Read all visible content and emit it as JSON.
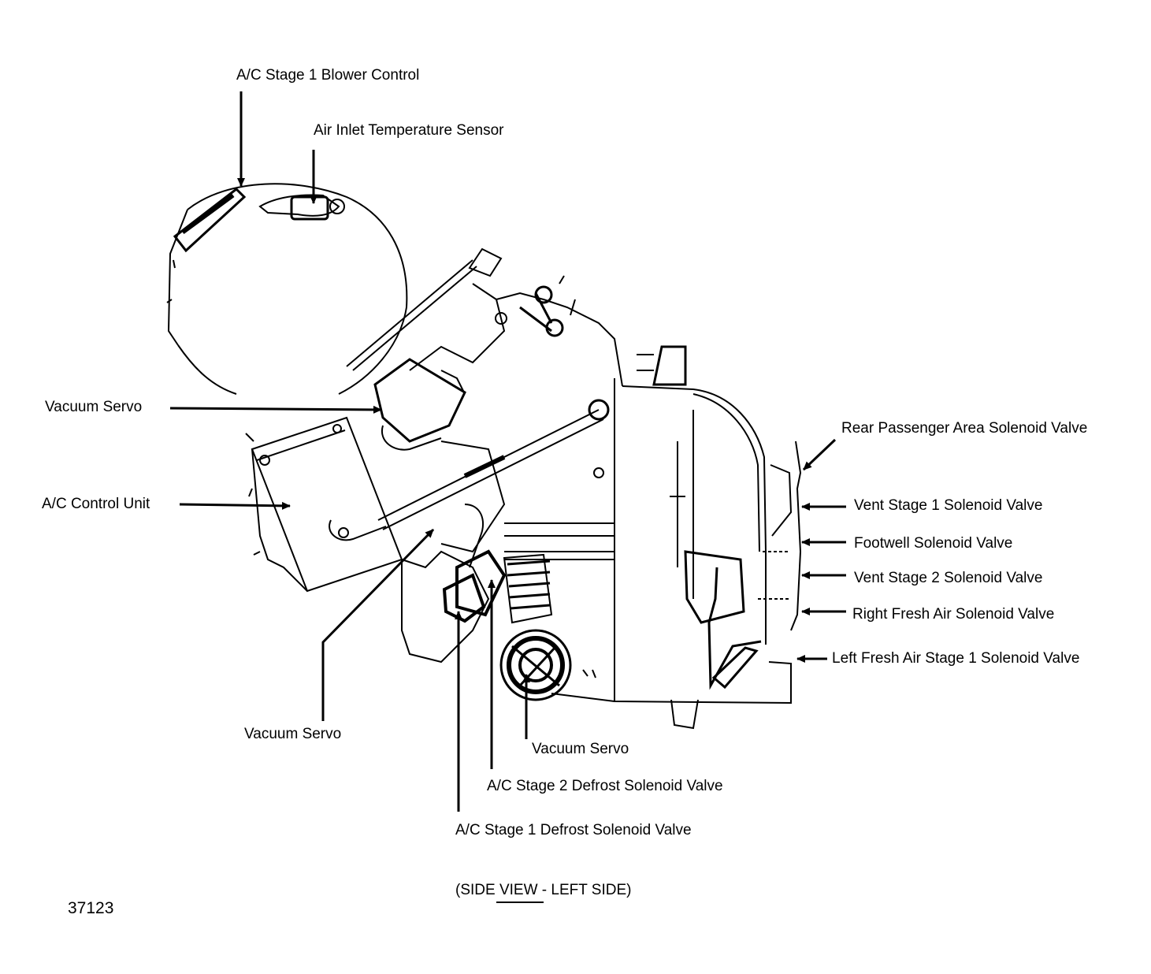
{
  "labels": {
    "ac_stage1_blower_control": "A/C Stage 1 Blower Control",
    "air_inlet_temperature_sensor": "Air Inlet Temperature Sensor",
    "vacuum_servo_upper": "Vacuum Servo",
    "ac_control_unit": "A/C Control Unit",
    "vacuum_servo_lower_left": "Vacuum Servo",
    "vacuum_servo_bottom": "Vacuum Servo",
    "ac_stage2_defrost_solenoid_valve": "A/C Stage 2 Defrost Solenoid Valve",
    "ac_stage1_defrost_solenoid_valve": "A/C Stage 1 Defrost Solenoid Valve",
    "rear_passenger_area_solenoid_valve": "Rear Passenger Area Solenoid Valve",
    "vent_stage1_solenoid_valve": "Vent Stage 1 Solenoid Valve",
    "footwell_solenoid_valve": "Footwell Solenoid Valve",
    "vent_stage2_solenoid_valve": "Vent Stage 2 Solenoid Valve",
    "right_fresh_air_solenoid_valve": "Right Fresh Air Solenoid Valve",
    "left_fresh_air_stage1_solenoid_valve": "Left Fresh Air Stage 1 Solenoid Valve"
  },
  "caption": "(SIDE VIEW  -  LEFT SIDE)",
  "figure_id": "37123",
  "colors": {
    "ink": "#000000",
    "paper": "#ffffff"
  }
}
